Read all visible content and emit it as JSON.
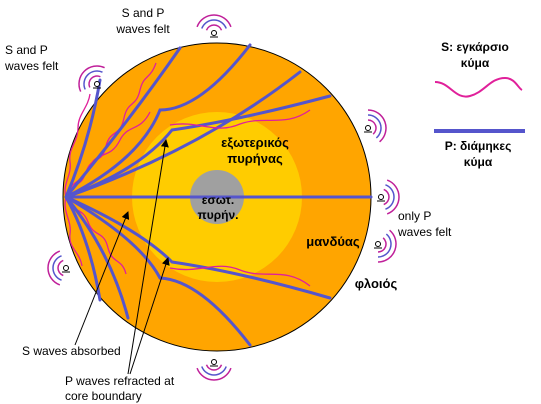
{
  "labels": {
    "s_and_p_top": [
      "S and P",
      "waves felt"
    ],
    "s_and_p_left": [
      "S and P",
      "waves felt"
    ],
    "only_p": [
      "only P",
      "waves felt"
    ],
    "s_absorbed": "S waves absorbed",
    "p_refracted": [
      "P waves refracted at",
      "core boundary"
    ]
  },
  "layers": {
    "outer_core": [
      "εξωτερικός",
      "πυρήνας"
    ],
    "inner_core": [
      "εσωτ.",
      "πυρήν."
    ],
    "mantle": "μανδύας",
    "crust": "φλοιός"
  },
  "legend": {
    "s_wave": [
      "S: εγκάρσιο",
      "κύμα"
    ],
    "p_wave": [
      "P: διάμηκες",
      "κύμα"
    ]
  },
  "colors": {
    "mantle": "#ffa500",
    "outer_core": "#ffcc00",
    "inner_core": "#a0a0a0",
    "s_wave": "#e0209a",
    "p_wave": "#5555cc",
    "seismograph": "#c0209a"
  },
  "icons": [
    "seismometer-icon",
    "seismic-ripple-icon"
  ]
}
